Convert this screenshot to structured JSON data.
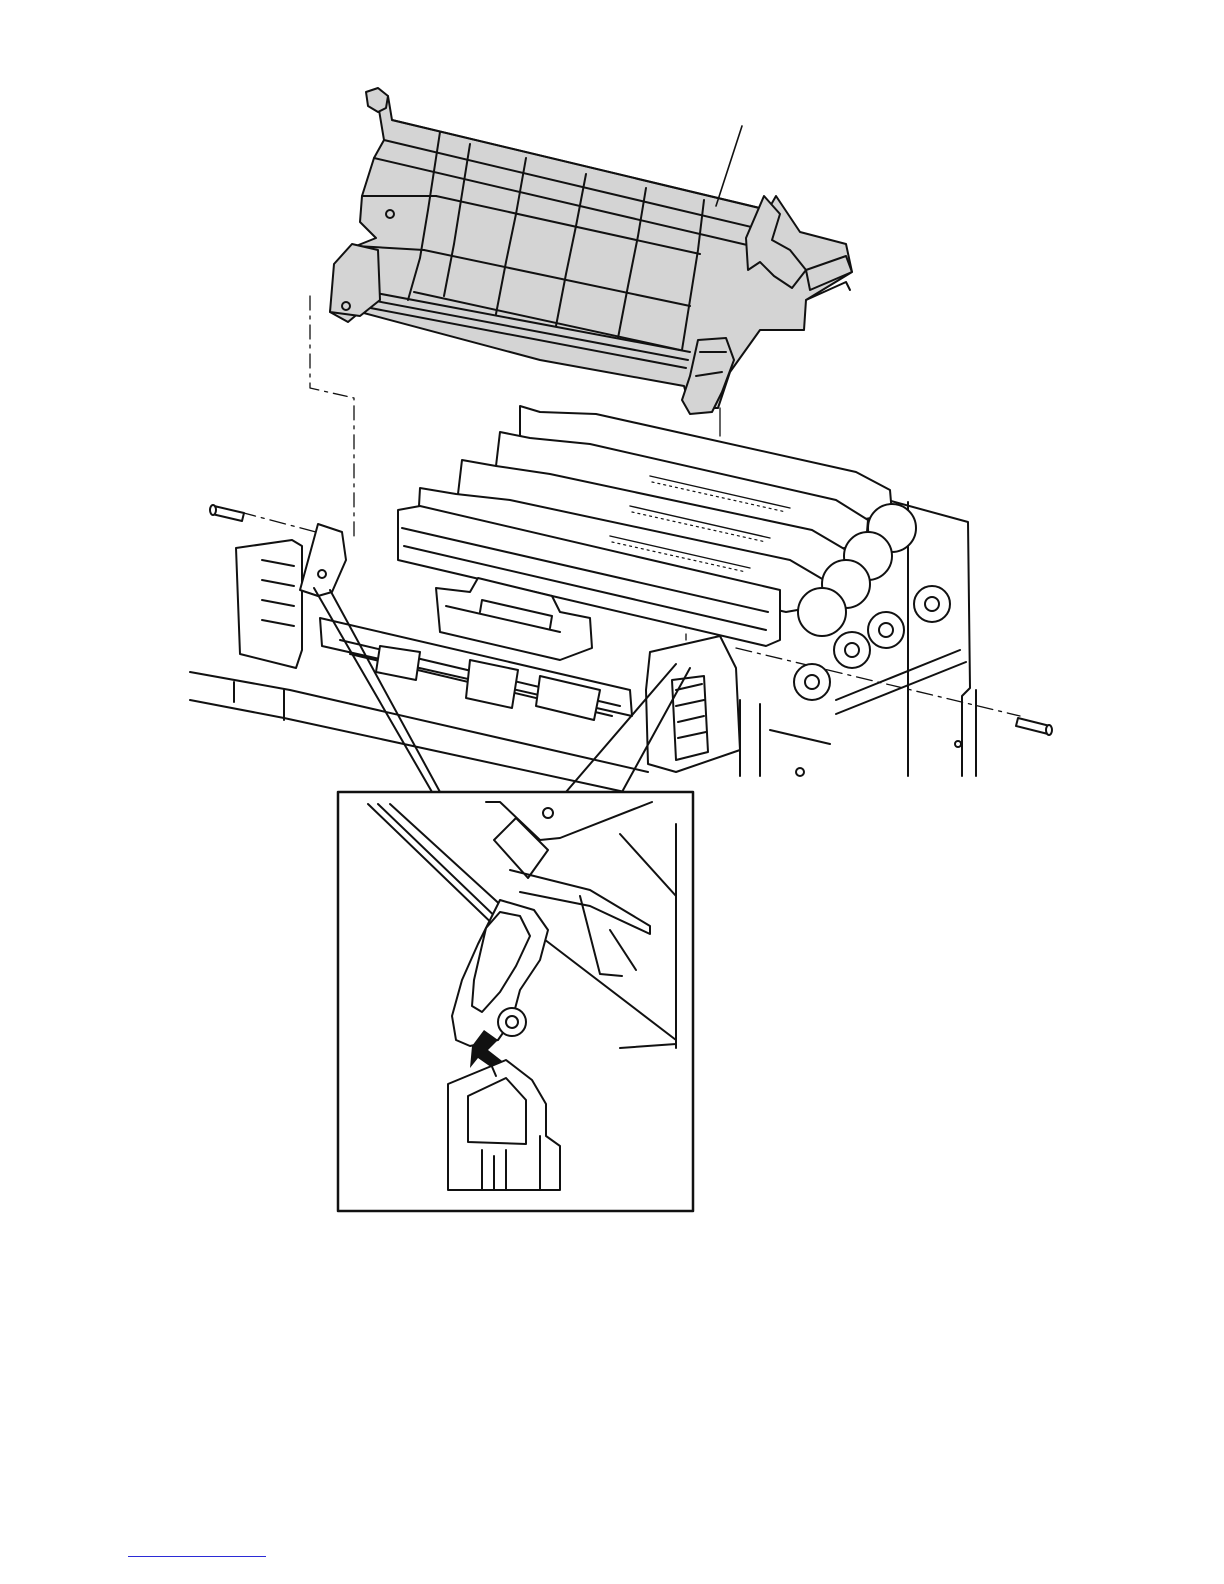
{
  "figure": {
    "parts": [
      "top-cover-assembly",
      "drum-cartridge-bay",
      "pivot-pin-left",
      "pivot-pin-right",
      "detail-inset"
    ],
    "colors": {
      "line": "#111111",
      "part_fill": "#d4d4d4",
      "paper": "#ffffff",
      "footer_rule": "#2b2bd6"
    },
    "detail_inset": {
      "arrow_icon": "push-arrow-icon",
      "depicts": "hinge-hook-engagement"
    }
  }
}
